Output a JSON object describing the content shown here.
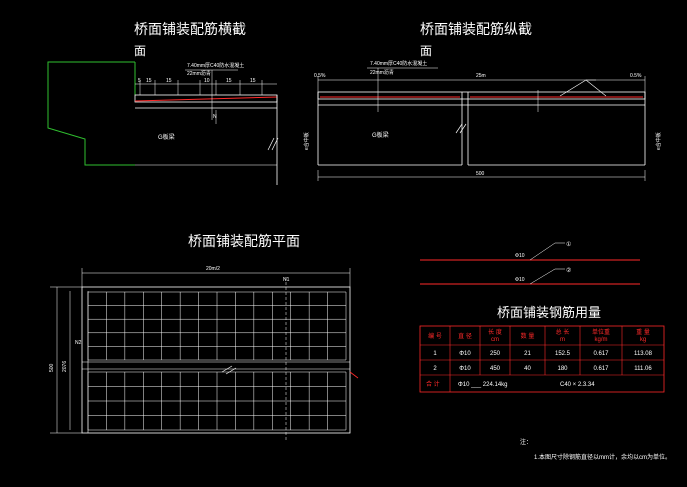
{
  "titles": {
    "cross_section_line1": "桥面铺装配筋横截",
    "cross_section_line2": "面",
    "longitudinal": "桥面铺装配筋纵截",
    "longitudinal_line2": "面",
    "plan": "桥面铺装配筋平面",
    "table": "桥面铺装钢筋用量"
  },
  "cross_section": {
    "layer_note_1": "7.40mm厚C40防水混凝土",
    "layer_note_2": "22mm沥青",
    "dims": [
      "5",
      "15",
      "15",
      "10",
      "15",
      "15"
    ],
    "label_n": "N",
    "beam_label": "G板梁"
  },
  "longitudinal": {
    "layer_note_1": "7.40mm厚C40防水混凝土",
    "layer_note_2": "22mm沥青",
    "left_dim": "0.5%",
    "top_span": "25m",
    "right_dim": "0.5%",
    "beam_label": "G板梁",
    "bottom_span": "500",
    "side_label_left": "e合中板",
    "side_label_right": "e合中板"
  },
  "plan": {
    "top_span": "20m/2",
    "left_dim": "500",
    "left_dim2": "2076",
    "marker_n1": "N1",
    "marker_n2": "N2"
  },
  "rebar_detail": {
    "label_1": "Φ10",
    "label_2": "Φ10",
    "callout_1": "①",
    "callout_2": "②"
  },
  "table": {
    "headers": [
      "编 号",
      "直 径",
      "长 度\ncm",
      "数 量",
      "总 长\nm",
      "单位重\nkg/m",
      "重 量\nkg"
    ],
    "rows": [
      [
        "1",
        "Φ10",
        "250",
        "21",
        "152.5",
        "0.617",
        "113.08"
      ],
      [
        "2",
        "Φ10",
        "450",
        "40",
        "180",
        "0.617",
        "111.06"
      ]
    ],
    "total_label": "合 计",
    "total_value": "Φ10 ___ 224.14kg",
    "total_extra": "C40 × 2.3.34"
  },
  "notes": {
    "label": "注：",
    "line1": "1.本图尺寸除钢筋直径以mm计，余均以cm为单位。"
  }
}
